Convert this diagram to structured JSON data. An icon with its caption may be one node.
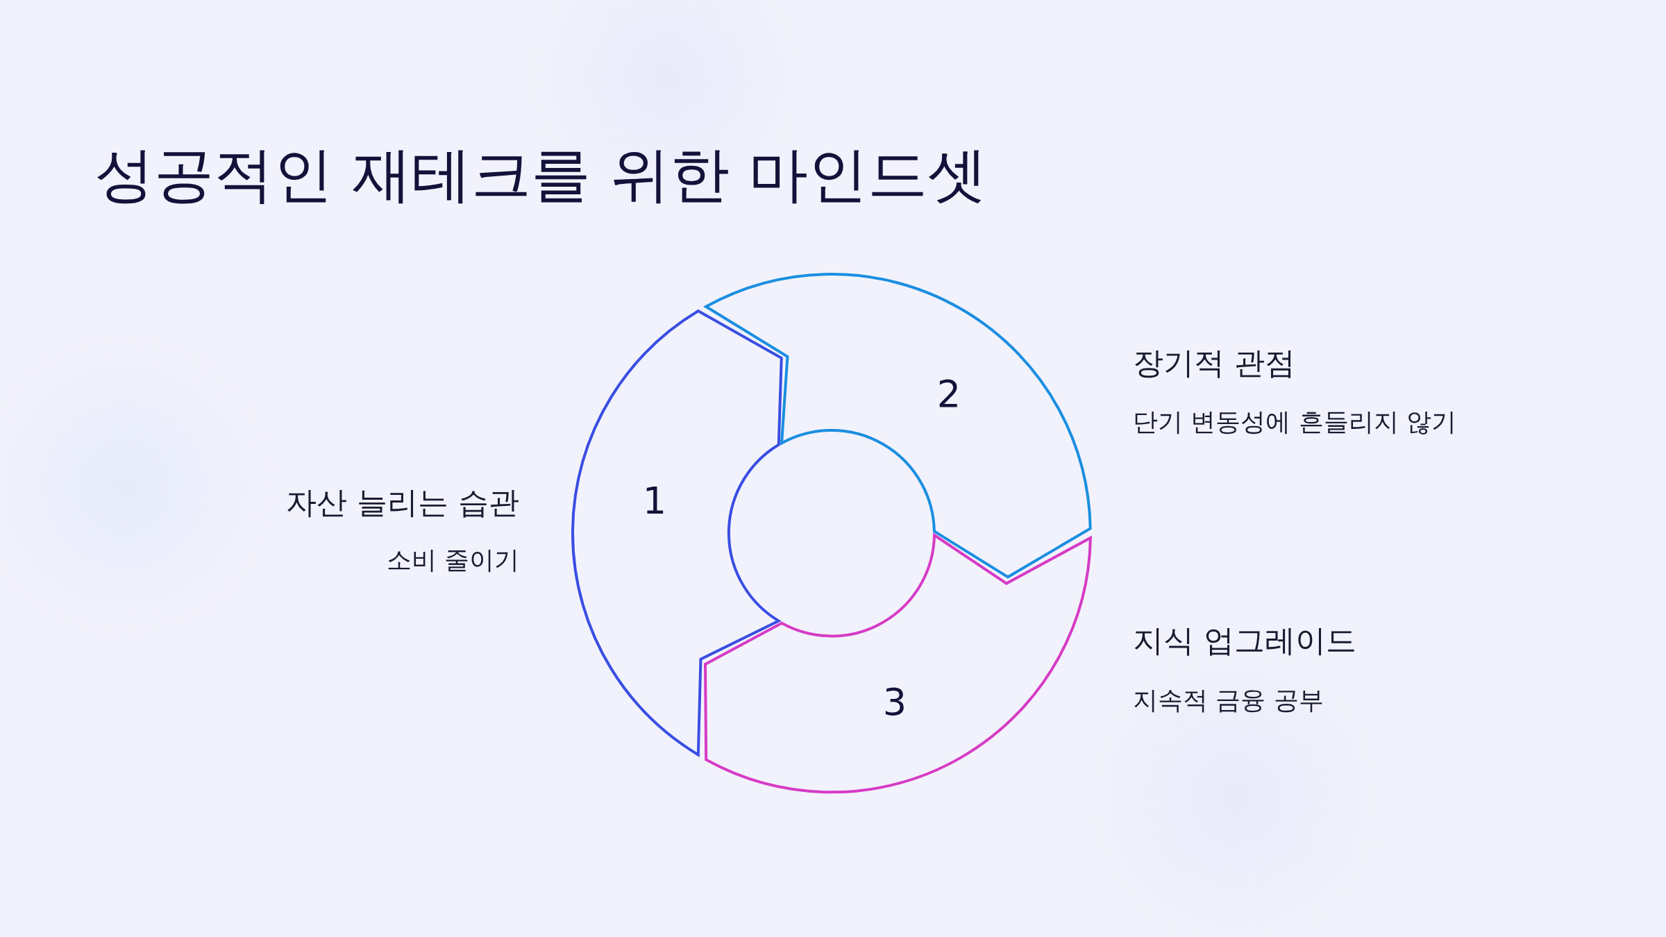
{
  "diagram": {
    "title": "성공적인 재테크를 위한 마인드셋",
    "nodes": [
      {
        "text": [
          "1"
        ],
        "beside": [
          "자산 늘리는 습관",
          "소비 줄이기"
        ]
      },
      {
        "text": [
          "2"
        ],
        "beside": [
          "장기적 관점",
          "단기 변동성에 흔들리지 않기"
        ]
      },
      {
        "text": [
          "3"
        ],
        "beside": [
          "지식 업그레이드",
          "지속적 금융 공부"
        ]
      }
    ]
  }
}
